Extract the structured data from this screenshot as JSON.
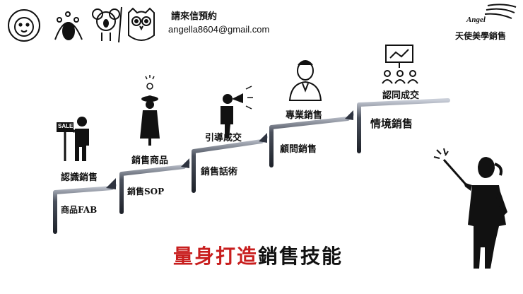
{
  "contact": {
    "title": "請來信預約",
    "email": "angella8604@gmail.com"
  },
  "brand": {
    "name": "Angel",
    "subtitle": "天使美學銷售"
  },
  "sign": {
    "text": "SALE"
  },
  "steps": {
    "s1_top": "認識銷售",
    "s1_bottom": "商品FAB",
    "s2_top": "銷售商品",
    "s2_bottom": "銷售SOP",
    "s3_top": "引導成交",
    "s3_bottom": "銷售話術",
    "s4_top": "專業銷售",
    "s4_bottom": "顧問銷售",
    "s5_top": "認同成交",
    "s5_bottom": "情境銷售"
  },
  "headline": {
    "red_part": "量身打造",
    "black_part": "銷售技能"
  },
  "colors": {
    "accent": "#c81e1e",
    "stair": "#2f3440",
    "stair_highlight": "#b7bcc8"
  },
  "icons": [
    "lion-icon",
    "peacock-icon",
    "koala-icon",
    "owl-icon",
    "angel-wing-icon",
    "salesman-sign-icon",
    "detective-icon",
    "megaphone-man-icon",
    "doctor-icon",
    "presentation-audience-icon",
    "teacher-pointer-icon"
  ]
}
